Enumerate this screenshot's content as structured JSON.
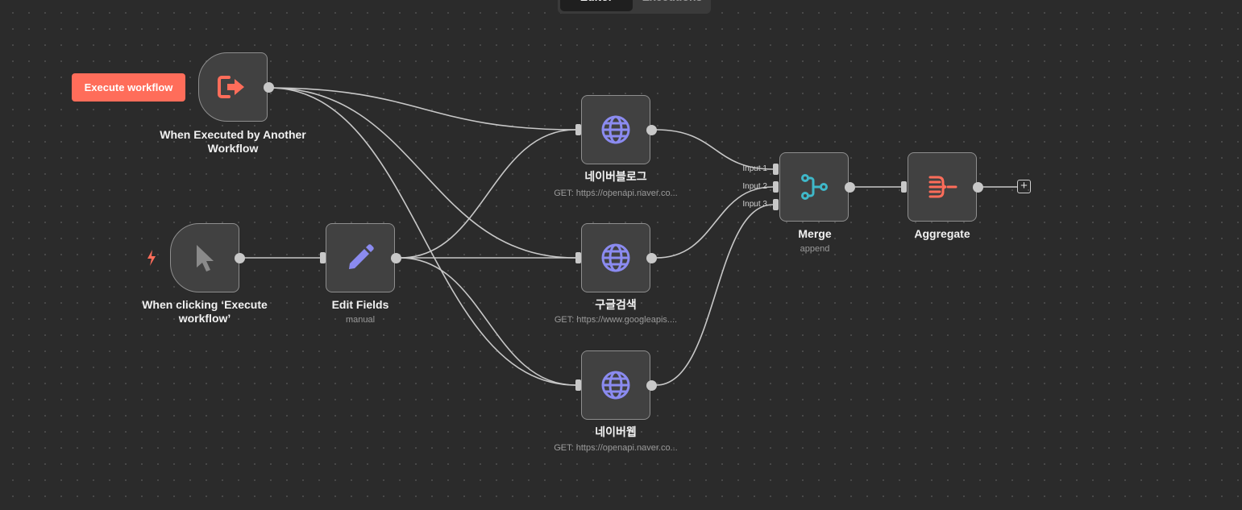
{
  "tabs": {
    "editor": "Editor",
    "executions": "Executions"
  },
  "execute_button": "Execute workflow",
  "nodes": {
    "when_executed": {
      "label": "When Executed by Another Workflow",
      "icon": "sign-in-icon",
      "color": "#ff6d5a"
    },
    "when_clicking": {
      "label": "When clicking ‘Execute workflow’",
      "icon": "cursor-icon",
      "color": "#8a8a8a"
    },
    "edit_fields": {
      "label": "Edit Fields",
      "sub": "manual",
      "icon": "pencil-icon",
      "color": "#8b8bf0"
    },
    "naver_blog": {
      "label": "네이버블로그",
      "sub": "GET: https://openapi.naver.co...",
      "icon": "globe-icon",
      "color": "#8b8bf0"
    },
    "google_search": {
      "label": "구글검색",
      "sub": "GET: https://www.googleapis....",
      "icon": "globe-icon",
      "color": "#8b8bf0"
    },
    "naver_web": {
      "label": "네이버웹",
      "sub": "GET: https://openapi.naver.co...",
      "icon": "globe-icon",
      "color": "#8b8bf0"
    },
    "merge": {
      "label": "Merge",
      "sub": "append",
      "icon": "merge-icon",
      "color": "#3fb8c9",
      "inputs": [
        "Input 1",
        "Input 2",
        "Input 3"
      ]
    },
    "aggregate": {
      "label": "Aggregate",
      "icon": "aggregate-icon",
      "color": "#ff6d5a"
    }
  },
  "colors": {
    "edge": "#c8c8c8",
    "node_border": "#8e8e8e",
    "node_bg": "#414141",
    "accent": "#ff6d5a"
  }
}
